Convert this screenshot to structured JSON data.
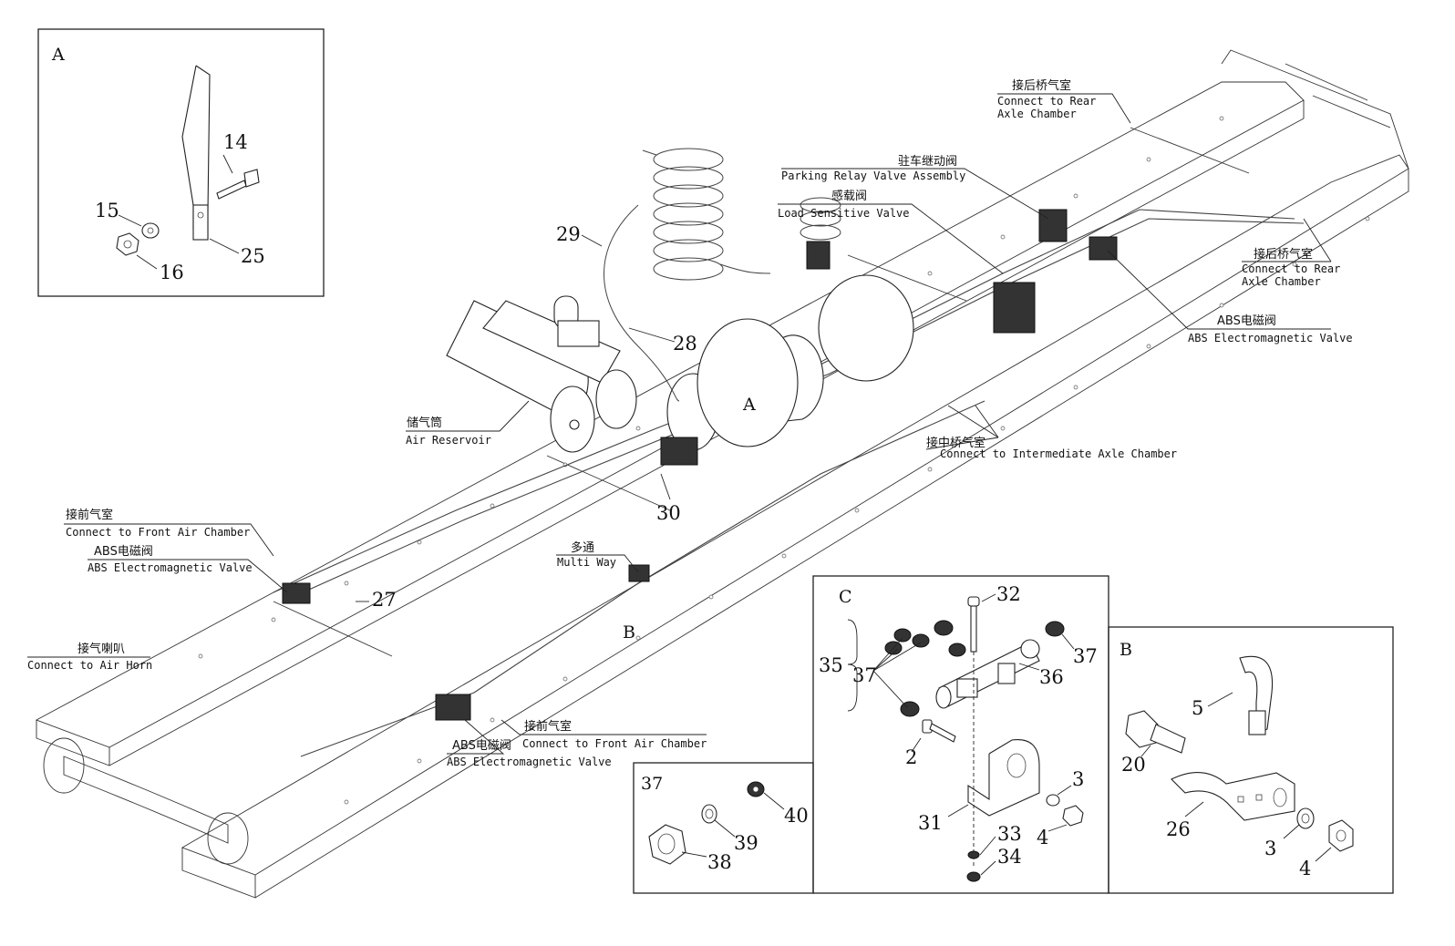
{
  "detail_boxes": {
    "a": {
      "label": "A",
      "parts": [
        "14",
        "15",
        "16",
        "25"
      ]
    },
    "b": {
      "label": "B",
      "parts": [
        "5",
        "20",
        "26",
        "3",
        "4"
      ]
    },
    "c": {
      "label": "C",
      "parts": [
        "32",
        "35",
        "37",
        "37",
        "36",
        "2",
        "3",
        "31",
        "33",
        "34",
        "4"
      ]
    },
    "d": {
      "label": "37",
      "parts": [
        "40",
        "39",
        "38"
      ]
    }
  },
  "view_markers": {
    "a": "A",
    "b": "B"
  },
  "callouts": {
    "rear_axle_1": {
      "zh": "接后桥气室",
      "en1": "Connect to Rear",
      "en2": "Axle Chamber"
    },
    "parking_relay": {
      "zh": "驻车继动阀",
      "en": "Parking Relay Valve Assembly"
    },
    "load_sensitive": {
      "zh": "感载阀",
      "en": "Load Sensitive Valve"
    },
    "rear_axle_2": {
      "zh": "接后桥气室",
      "en1": "Connect to Rear",
      "en2": "Axle Chamber"
    },
    "abs_right": {
      "zh": "ABS电磁阀",
      "en": "ABS Electromagnetic Valve"
    },
    "air_reservoir": {
      "zh": "储气筒",
      "en": "Air Reservoir"
    },
    "intermediate": {
      "zh": "接中桥气室",
      "en": "Connect to Intermediate Axle Chamber"
    },
    "front_chamber_1": {
      "zh": "接前气室",
      "en": "Connect to Front Air Chamber"
    },
    "abs_left": {
      "zh": "ABS电磁阀",
      "en": "ABS Electromagnetic Valve"
    },
    "multi_way": {
      "zh": "多通",
      "en": "Multi Way"
    },
    "air_horn": {
      "zh": "接气喇叭",
      "en": "Connect to Air Horn"
    },
    "abs_bottom": {
      "zh": "ABS电磁阀",
      "en": "ABS Electromagnetic Valve"
    },
    "front_chamber_2": {
      "zh": "接前气室",
      "en": "Connect to Front Air Chamber"
    }
  },
  "main_parts": [
    "29",
    "28",
    "30",
    "27"
  ]
}
